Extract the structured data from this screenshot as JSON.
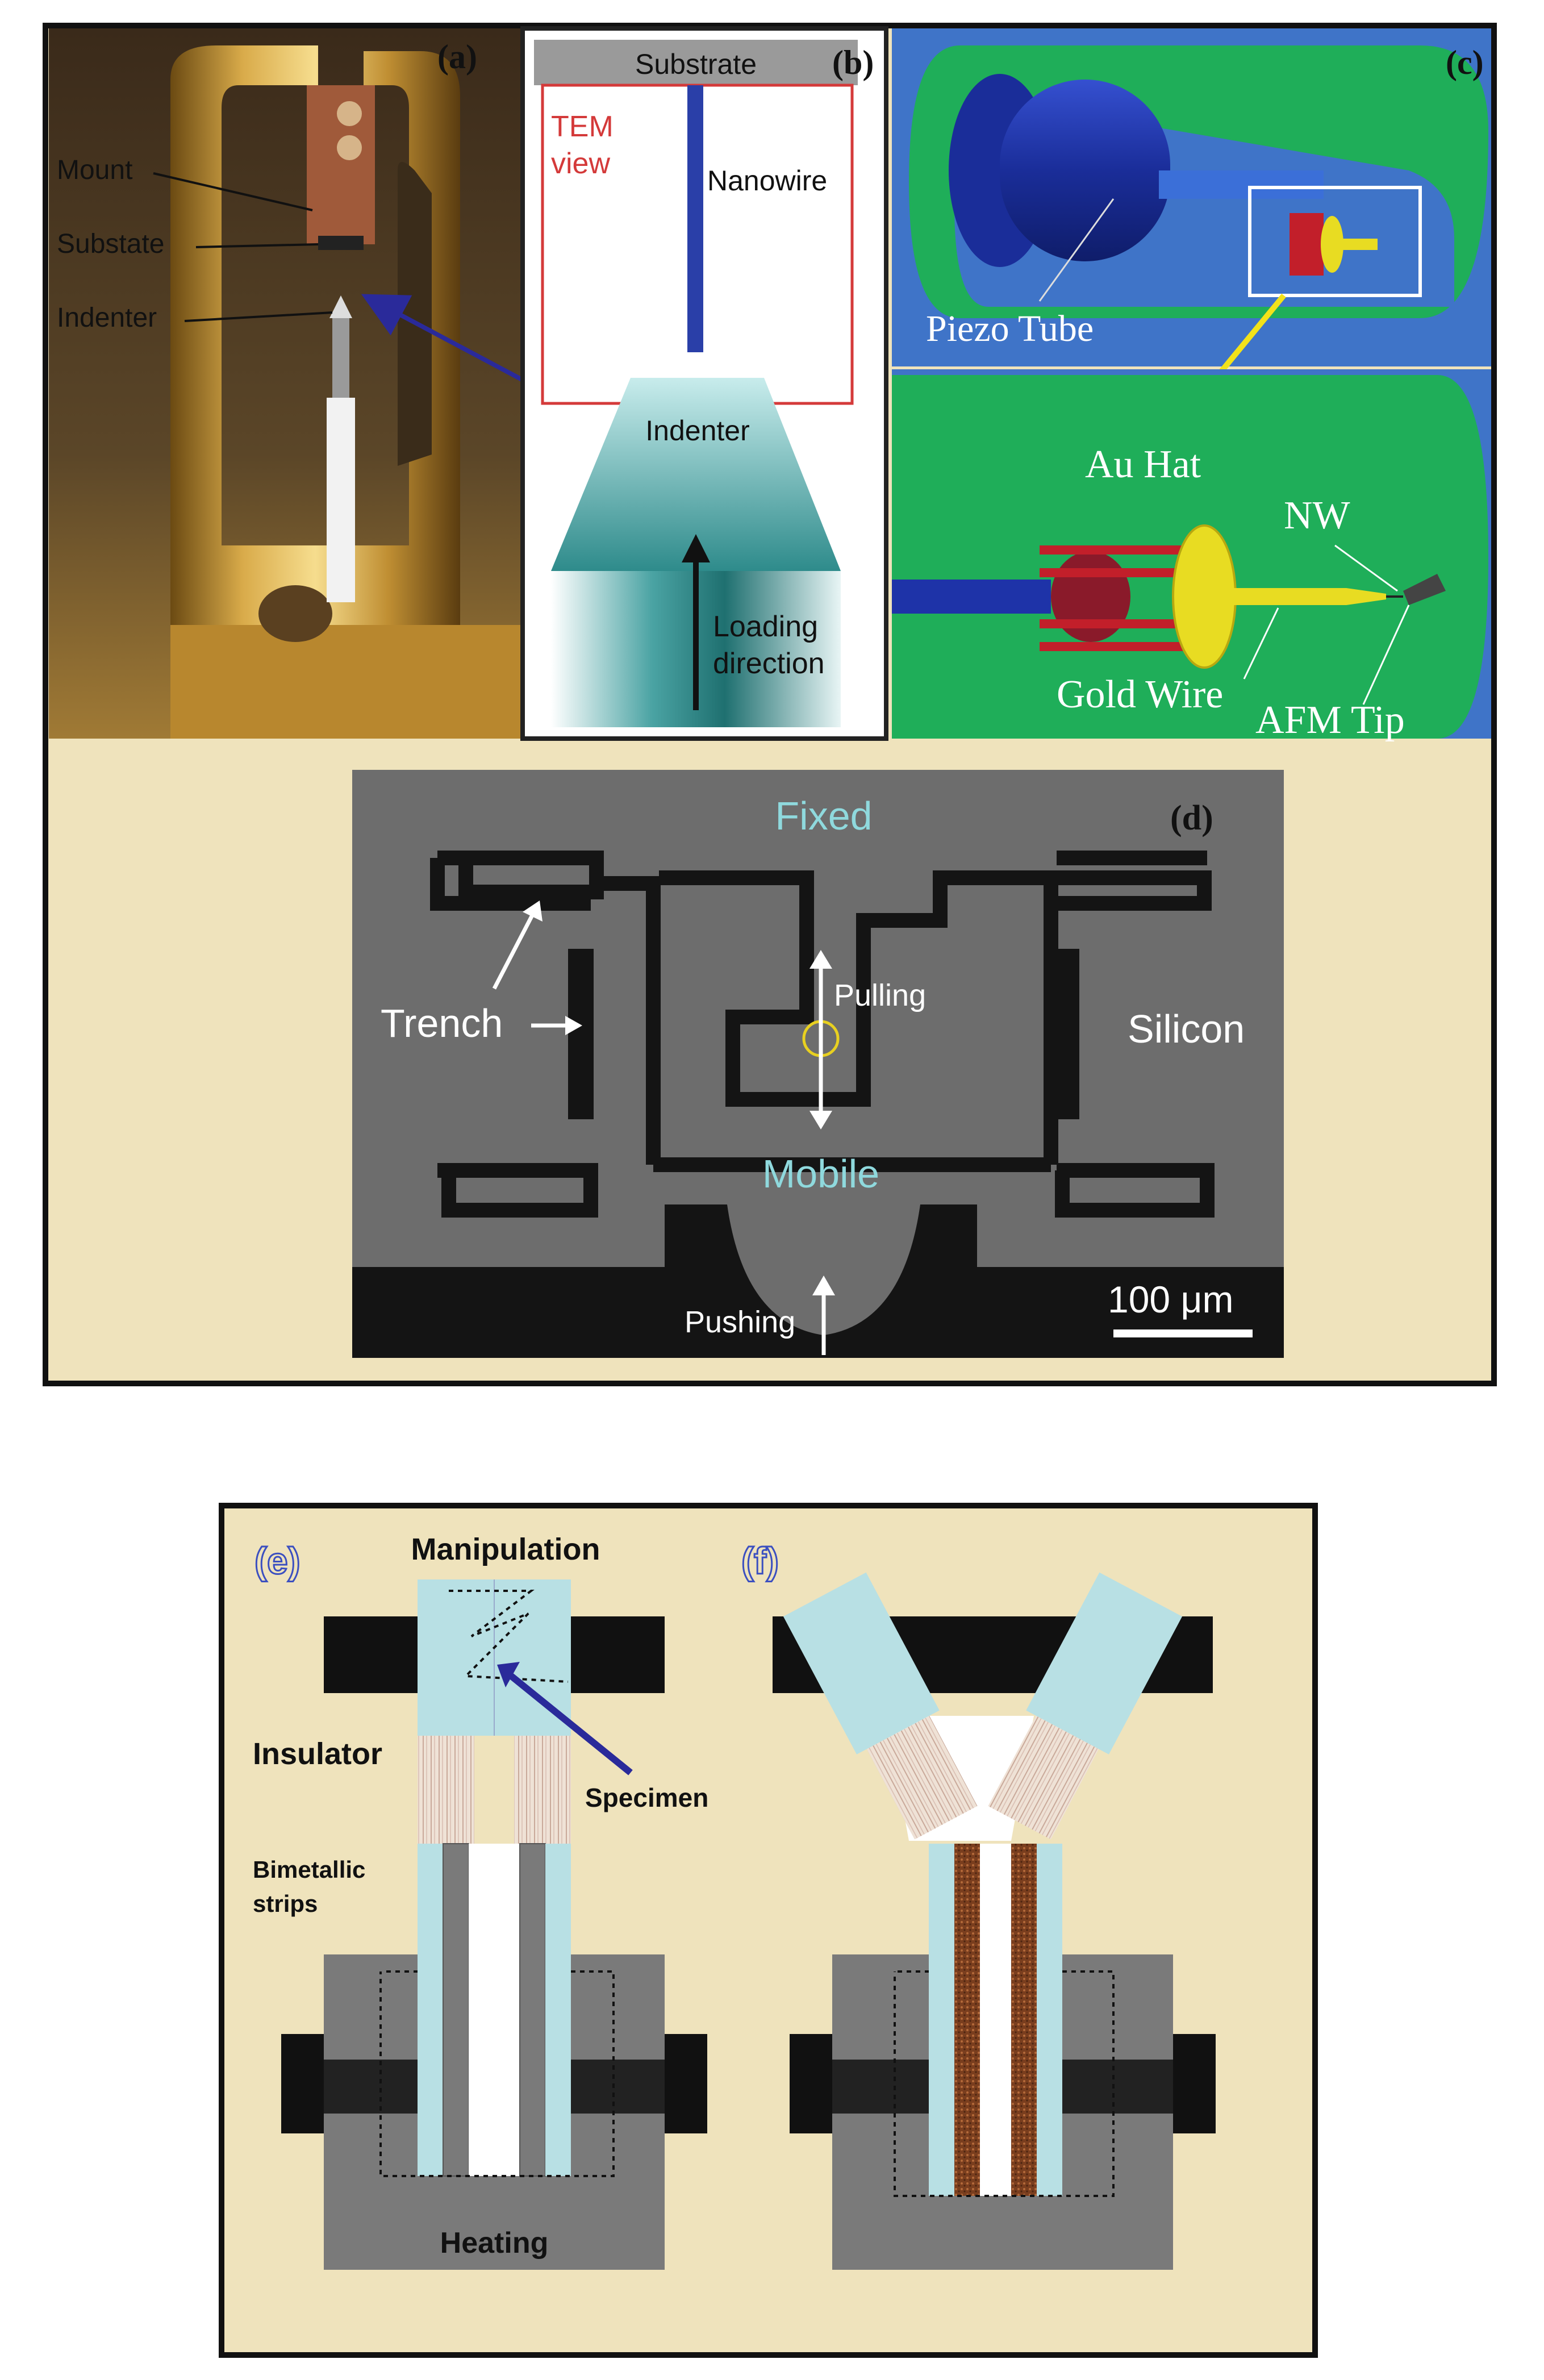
{
  "figure_top": {
    "panel_a": {
      "tag": "(a)",
      "labels": {
        "mount": "Mount",
        "substrate": "Substate",
        "indenter": "Indenter"
      }
    },
    "panel_b": {
      "tag": "(b)",
      "substrate": "Substrate",
      "tem_view_line1": "TEM",
      "tem_view_line2": "view",
      "nanowire": "Nanowire",
      "indenter": "Indenter",
      "loading_line1": "Loading",
      "loading_line2": "direction"
    },
    "panel_c": {
      "tag": "(c)",
      "piezo_tube": "Piezo Tube",
      "au_hat": "Au Hat",
      "nw": "NW",
      "gold_wire": "Gold Wire",
      "afm_tip": "AFM Tip"
    },
    "panel_d": {
      "tag": "(d)",
      "fixed": "Fixed",
      "trench": "Trench",
      "pulling": "Pulling",
      "silicon": "Silicon",
      "mobile": "Mobile",
      "pushing": "Pushing",
      "scale_bar": "100 μm"
    }
  },
  "figure_bottom": {
    "panel_e": {
      "tag": "(e)",
      "manipulation": "Manipulation",
      "insulator": "Insulator",
      "specimen": "Specimen",
      "bimetallic_line1": "Bimetallic",
      "bimetallic_line2": "strips",
      "heating": "Heating"
    },
    "panel_f": {
      "tag": "(f)"
    }
  },
  "colors": {
    "frame": "#111111",
    "beige": "#efe3bc",
    "piezo_bg": "#3f74c8",
    "housing_green": "#1fae59",
    "tube_blue": "#1e33a8",
    "gold_yellow": "#e8dc22",
    "sem_gray": "#6d6d6d",
    "block_gray": "#7a7a7a",
    "light_cyan": "#b8e0e4",
    "teal_label": "#8fd9dd",
    "tag_blue": "#3b4fc0",
    "arrow_navy": "#2a2a9a",
    "tem_red": "#d43a3a"
  }
}
